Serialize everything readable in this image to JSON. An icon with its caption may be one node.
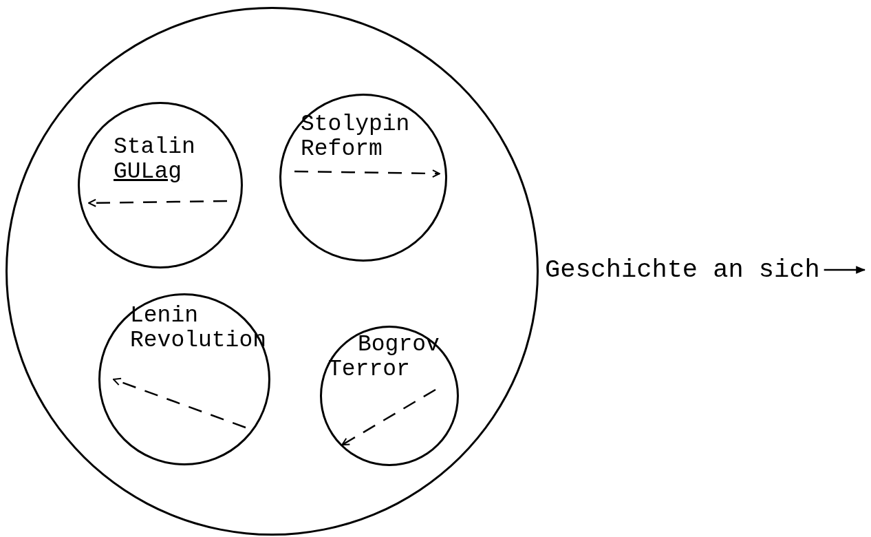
{
  "diagram": {
    "nodes": [
      {
        "text": [],
        "shape": "circle"
      },
      {
        "text": [
          "Stalin",
          "GULag"
        ],
        "in": 0
      },
      {
        "text": [
          "Stolypin Reform"
        ],
        "in": 0
      },
      {
        "text": [
          "Lenin Revolution"
        ],
        "in": 0
      },
      {
        "text": [
          "Bogrov Terror"
        ],
        "in": 0
      },
      {
        "text": [
          "Geschichte an sich"
        ]
      }
    ],
    "edges": [
      {
        "from": null,
        "to": 1,
        "arrow": "to",
        "style": "dashed"
      },
      {
        "from": null,
        "to": 2,
        "arrow": "to",
        "style": "dashed"
      },
      {
        "from": null,
        "to": 3,
        "arrow": "to",
        "style": "dashed"
      },
      {
        "from": null,
        "to": 4,
        "arrow": "to",
        "style": "dashed"
      },
      {
        "from": 5,
        "to": null,
        "arrow": "to"
      }
    ]
  }
}
